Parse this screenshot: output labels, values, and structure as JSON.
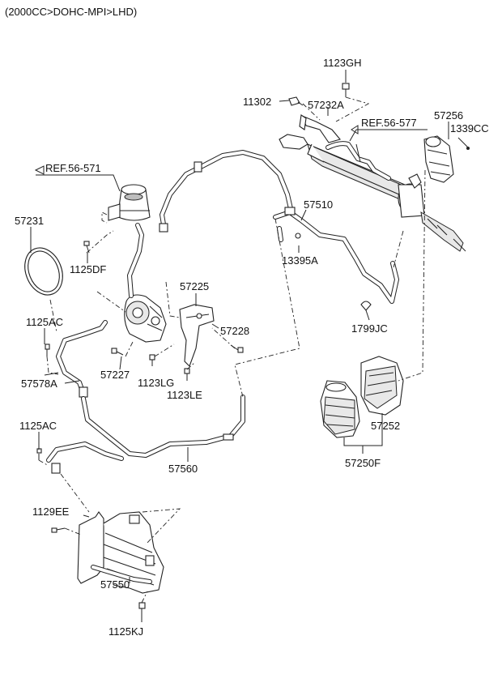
{
  "header": "(2000CC>DOHC-MPI>LHD)",
  "refs": {
    "pump_ref": "REF.56-571",
    "gear_ref": "REF.56-577"
  },
  "labels": {
    "p1123GH": "1123GH",
    "p11302": "11302",
    "p57232A": "57232A",
    "p57256": "57256",
    "p1339CC": "1339CC",
    "p57231": "57231",
    "p1125DF": "1125DF",
    "p57510": "57510",
    "p13395A": "13395A",
    "p57225": "57225",
    "p1125AC_a": "1125AC",
    "p57228": "57228",
    "p1799JC": "1799JC",
    "p57227": "57227",
    "p1123LG": "1123LG",
    "p1123LE": "1123LE",
    "p57578A": "57578A",
    "p1125AC_b": "1125AC",
    "p57252": "57252",
    "p57250F": "57250F",
    "p57560": "57560",
    "p1129EE": "1129EE",
    "p57550": "57550",
    "p1125KJ": "1125KJ"
  }
}
